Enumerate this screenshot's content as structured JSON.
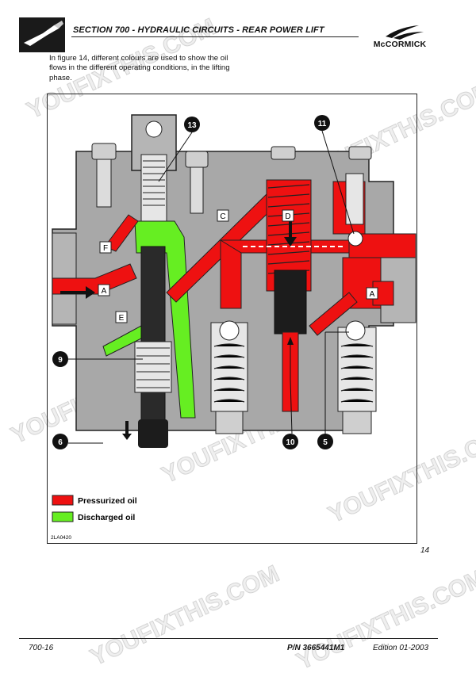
{
  "header": {
    "section_title": "SECTION 700 - HYDRAULIC CIRCUITS - REAR POWER LIFT",
    "brand": "McCORMICK"
  },
  "intro_text": "In figure 14, different colours are used to show the oil flows in the different operating conditions, in the lifting phase.",
  "figure": {
    "code": "2LA0420",
    "number": "14",
    "callouts": [
      "13",
      "11",
      "9",
      "6",
      "10",
      "5"
    ],
    "letters": [
      "A",
      "A",
      "C",
      "D",
      "E",
      "F"
    ],
    "legend": [
      {
        "label": "Pressurized oil",
        "color": "#ee1111"
      },
      {
        "label": "Discharged oil",
        "color": "#66ee22"
      }
    ]
  },
  "footer": {
    "page": "700-16",
    "part_number": "P/N 3665441M1",
    "edition": "Edition 01-2003"
  },
  "watermark": "YOUFIXTHIS.COM",
  "colors": {
    "pressure": "#ee1111",
    "discharge": "#66ee22",
    "body": "#a8a8a8",
    "body_dark": "#8c8c8c"
  }
}
